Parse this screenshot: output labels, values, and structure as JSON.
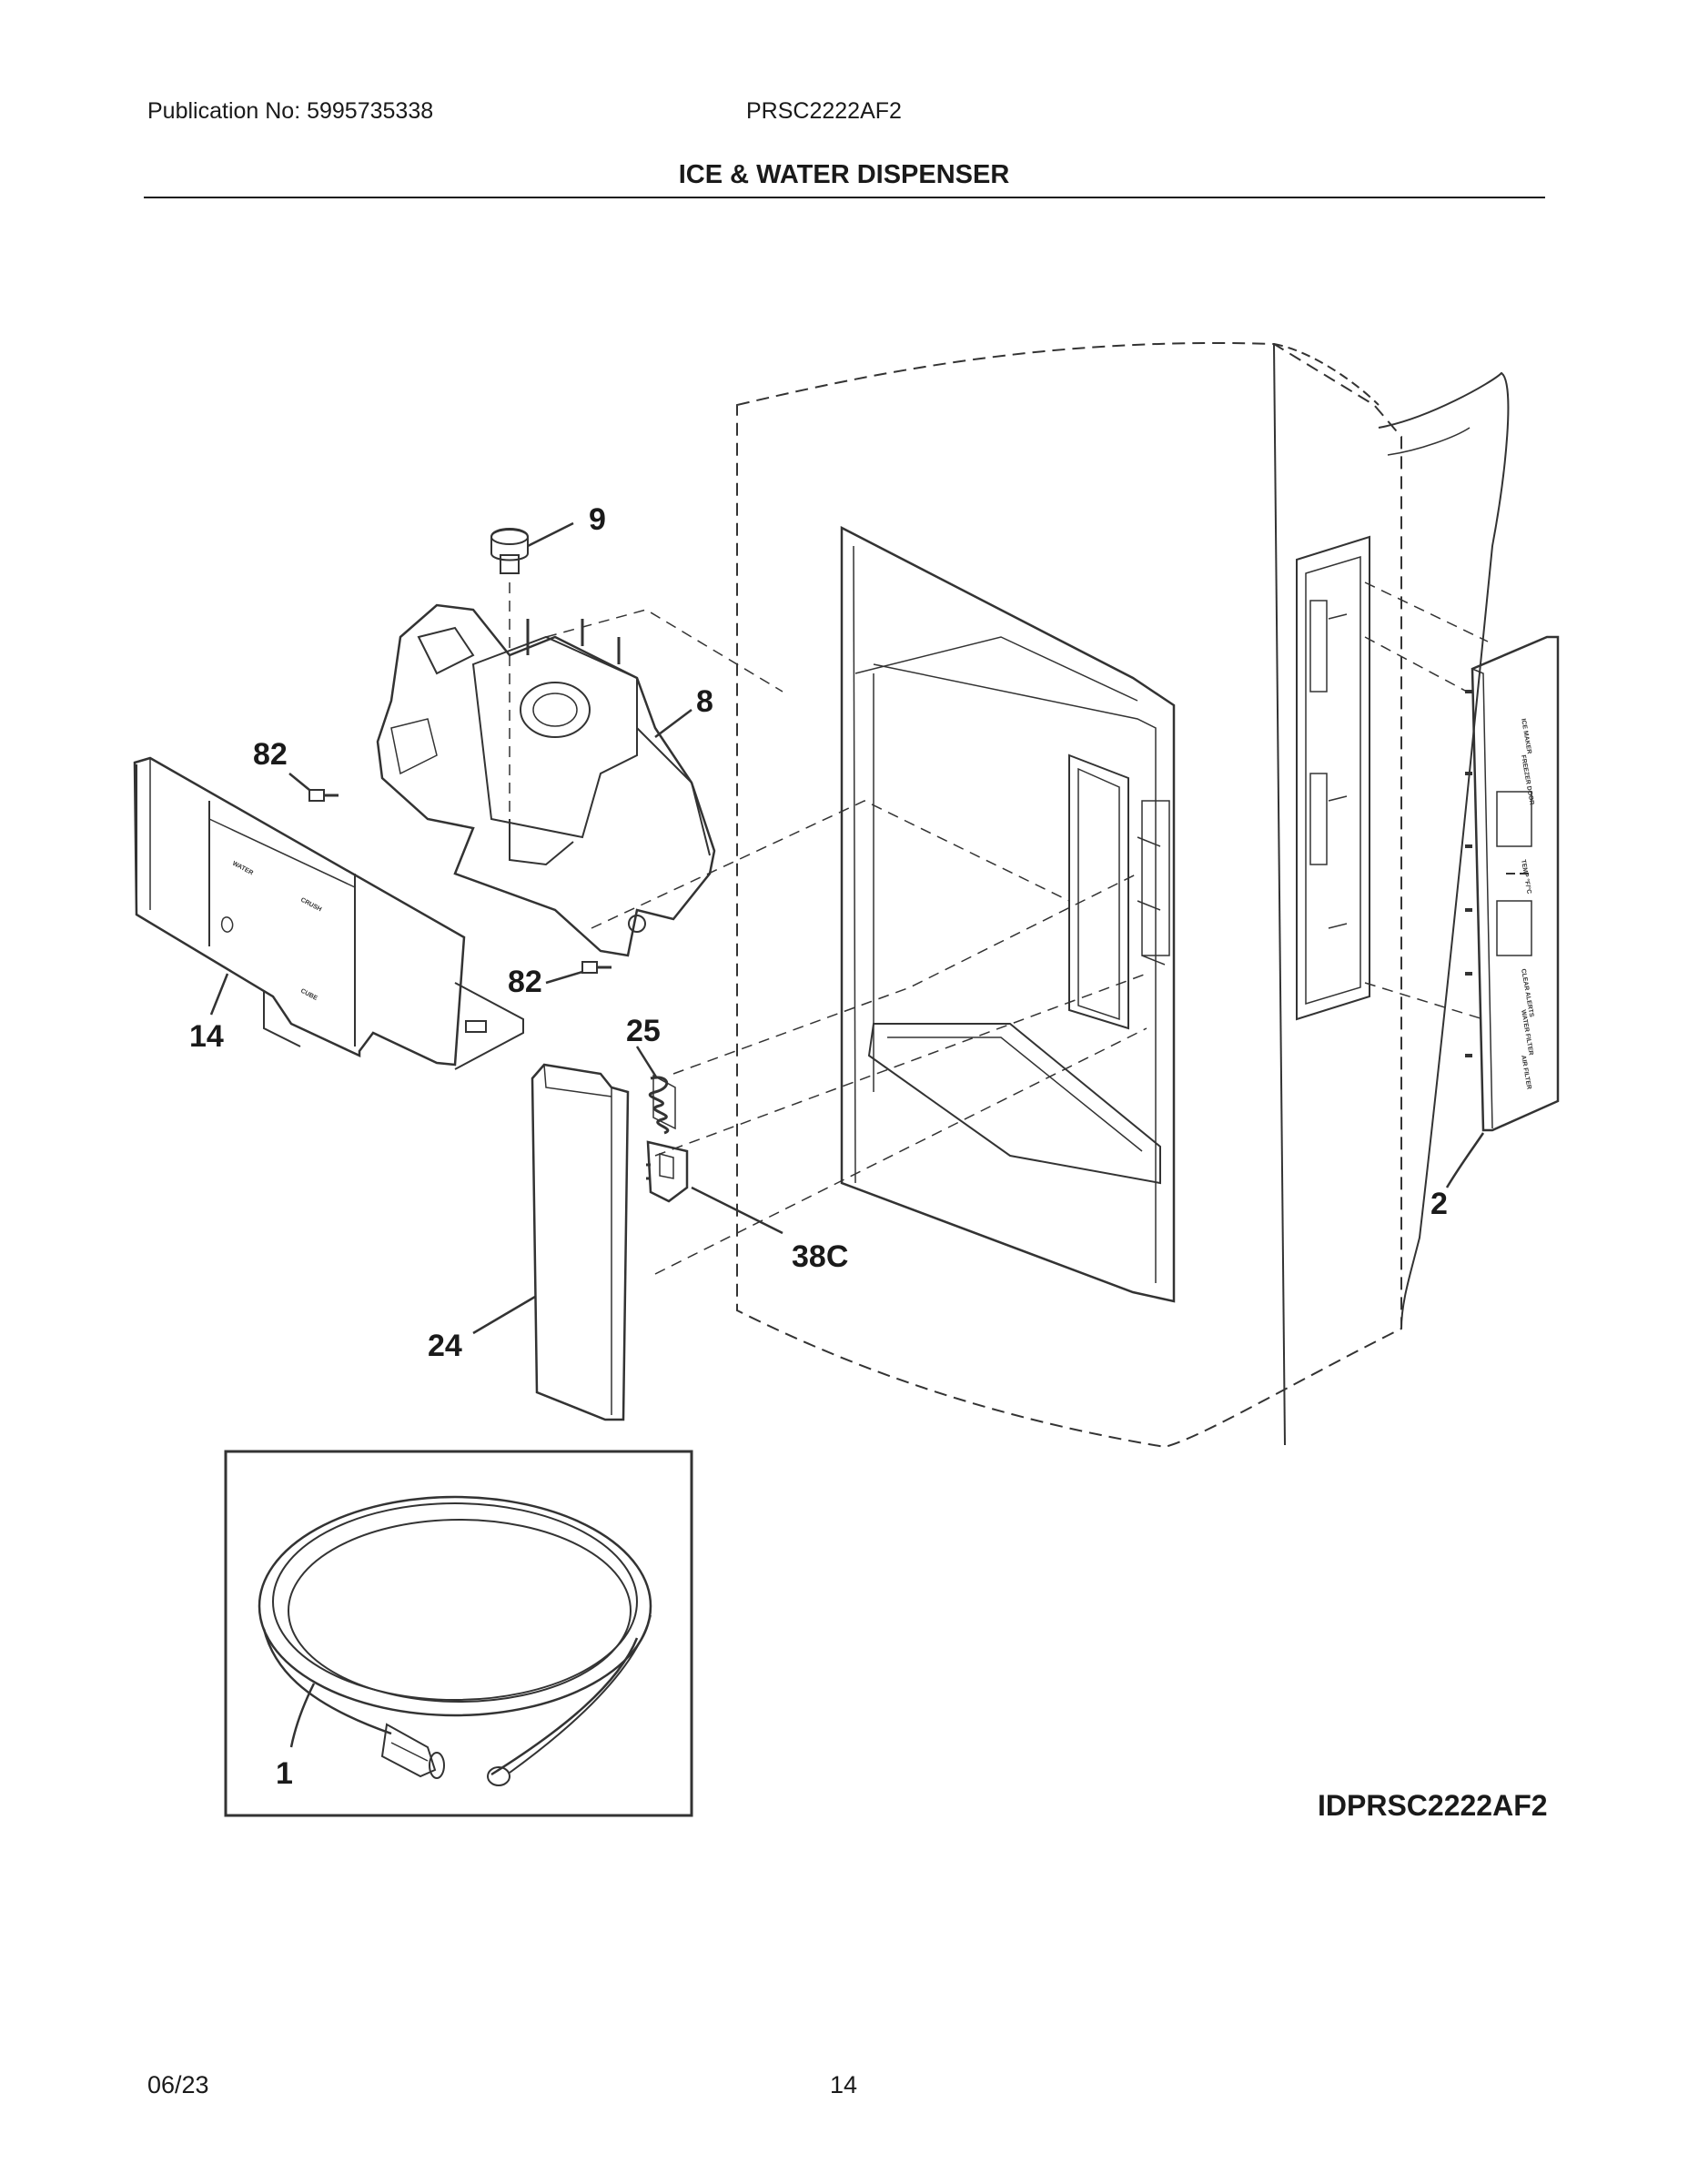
{
  "header": {
    "publication": "Publication No: 5995735338",
    "model": "PRSC2222AF2",
    "section_title": "ICE & WATER DISPENSER"
  },
  "callouts": {
    "c9": "9",
    "c8": "8",
    "c82a": "82",
    "c82b": "82",
    "c14": "14",
    "c25": "25",
    "c38c": "38C",
    "c24": "24",
    "c2": "2",
    "c1": "1"
  },
  "control_panel_labels": {
    "ice_maker": "ICE MAKER",
    "freezer_door": "FREEZER DOOR",
    "temp": "TEMP °F/°C",
    "clear_alerts": "CLEAR ALERTS",
    "water_filter": "WATER FILTER",
    "air_filter": "AIR FILTER"
  },
  "paddle_labels": {
    "water": "WATER",
    "crush": "CRUSH",
    "cube": "CUBE"
  },
  "diagram_id": "IDPRSC2222AF2",
  "footer": {
    "date": "06/23",
    "page": "14"
  }
}
